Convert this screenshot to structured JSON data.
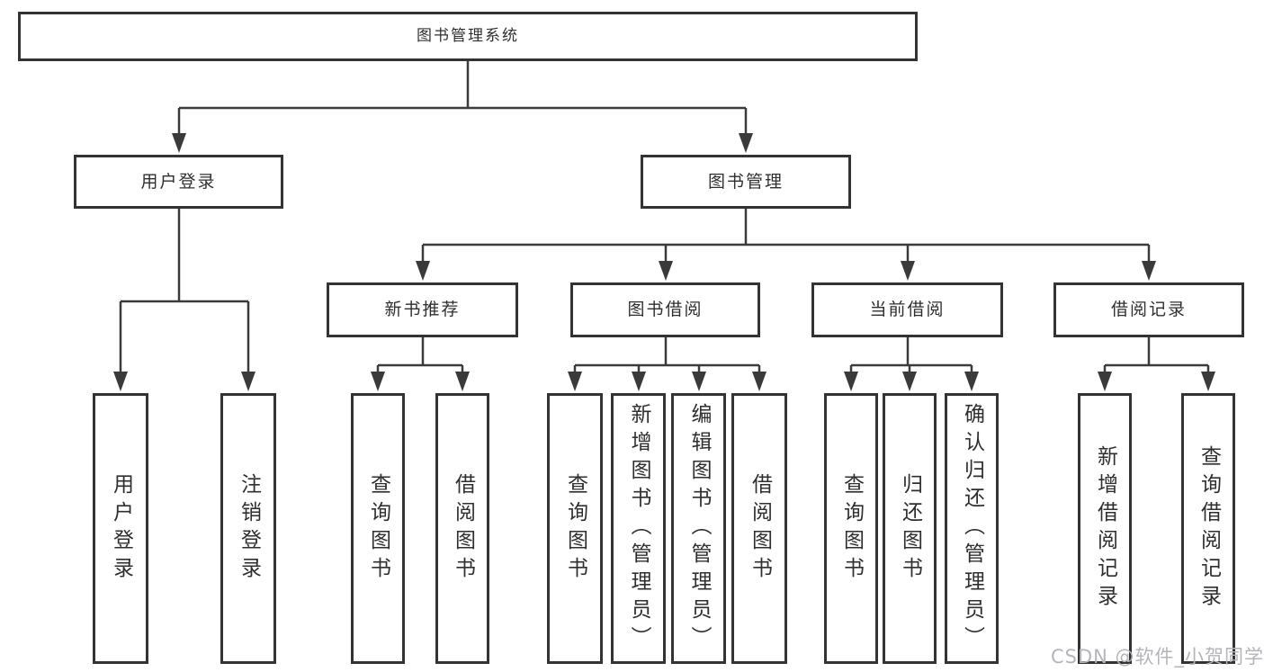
{
  "diagram_title": "图书管理系统",
  "tree": {
    "label": "图书管理系统",
    "children": [
      {
        "label": "用户登录",
        "children": [
          {
            "label": "用户登录"
          },
          {
            "label": "注销登录"
          }
        ]
      },
      {
        "label": "图书管理",
        "children": [
          {
            "label": "新书推荐",
            "children": [
              {
                "label": "查询图书"
              },
              {
                "label": "借阅图书"
              }
            ]
          },
          {
            "label": "图书借阅",
            "children": [
              {
                "label": "查询图书"
              },
              {
                "label": "新增图书（管理员）"
              },
              {
                "label": "编辑图书（管理员）"
              },
              {
                "label": "借阅图书"
              }
            ]
          },
          {
            "label": "当前借阅",
            "children": [
              {
                "label": "查询图书"
              },
              {
                "label": "归还图书"
              },
              {
                "label": "确认归还（管理员）"
              }
            ]
          },
          {
            "label": "借阅记录",
            "children": [
              {
                "label": "新增借阅记录"
              },
              {
                "label": "查询借阅记录"
              }
            ]
          }
        ]
      }
    ]
  },
  "watermark": {
    "text": "CSDN @软件_小贺同学",
    "color": "#b4b4ba"
  },
  "colors": {
    "line": "#3a3a3a",
    "border": "#333333",
    "text": "#2f2f2f",
    "background": "#ffffff"
  }
}
